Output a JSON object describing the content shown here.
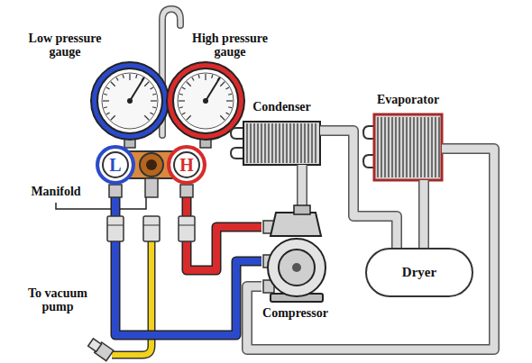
{
  "diagram": {
    "nodes": [
      {
        "text": [
          "L"
        ]
      },
      {
        "text": [
          "H"
        ]
      },
      {
        "text": [
          "Condenser"
        ]
      },
      {
        "text": [
          "Evaporator"
        ]
      },
      {
        "text": [
          "Dryer"
        ]
      },
      {
        "text": [
          "Compressor"
        ]
      }
    ],
    "edges": [
      {
        "from": 0,
        "to": 5,
        "arrow": "none"
      },
      {
        "from": 1,
        "to": 5,
        "arrow": "none"
      },
      {
        "from": 5,
        "to": 2,
        "arrow": "none"
      },
      {
        "from": 2,
        "to": 4,
        "arrow": "none"
      },
      {
        "from": 4,
        "to": 3,
        "arrow": "none"
      },
      {
        "from": 3,
        "to": 5,
        "arrow": "none"
      }
    ],
    "labels": [
      "Low pressure gauge",
      "High pressure gauge",
      "Manifold",
      "To vacuum pump"
    ]
  }
}
